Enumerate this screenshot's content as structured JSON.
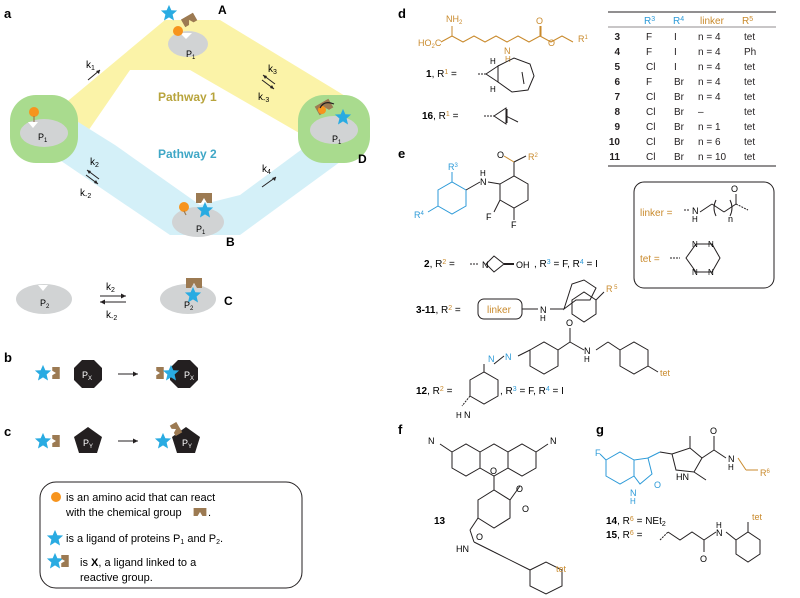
{
  "panels": {
    "a": "a",
    "b": "b",
    "c": "c",
    "d": "d",
    "e": "e",
    "f": "f",
    "g": "g"
  },
  "panel_a": {
    "corner_A": "A",
    "corner_B": "B",
    "corner_D": "D",
    "pathway1": "Pathway 1",
    "pathway2": "Pathway 2",
    "k1": "k",
    "k1_sub": "1",
    "k3": "k",
    "k3_sub": "3",
    "km3": "k",
    "km3_sub": "-3",
    "k2": "k",
    "k2_sub": "2",
    "km2": "k",
    "km2_sub": "-2",
    "k4": "k",
    "k4_sub": "4",
    "P1": "P",
    "P1_sub": "1",
    "corner_C": "C",
    "P2": "P",
    "P2_sub": "2",
    "c_k2": "k",
    "c_k2_sub": "2",
    "c_km2": "k",
    "c_km2_sub": "-2"
  },
  "panel_b": {
    "Px": "P",
    "Px_sub": "X"
  },
  "panel_c": {
    "Py": "P",
    "Py_sub": "Y"
  },
  "legend": {
    "line1a": "is an amino acid that can react",
    "line1b": "with the chemical group",
    "line2": "is a ligand of proteins P",
    "line2_sub1": "1",
    "line2_and": " and P",
    "line2_sub2": "2",
    "line3a_pre": "is ",
    "line3a_bold": "X",
    "line3a_post": ", a ligand linked to a",
    "line3b": "reactive group."
  },
  "panel_d": {
    "nh2": "NH",
    "nh2_sub": "2",
    "ho2c": "HO",
    "ho2c_sub": "2",
    "ho2c_c": "C",
    "nh": "N",
    "nh_h": "H",
    "o1": "O",
    "o2": "O",
    "r1": "R",
    "r1_sup": "1",
    "cmp1": "1",
    "cmp1_eq": ", R",
    "cmp1_sup": "1",
    "cmp1_eq2": " =",
    "cmp1_H1": "H",
    "cmp1_H2": "H",
    "cmp16": "16",
    "cmp16_eq": ", R",
    "cmp16_sup": "1",
    "cmp16_eq2": " ="
  },
  "table": {
    "headers": [
      "",
      "R3",
      "R4",
      "linker",
      "R5"
    ],
    "header_R3": "R",
    "header_R3_sup": "3",
    "header_R4": "R",
    "header_R4_sup": "4",
    "header_linker": "linker",
    "header_R5": "R",
    "header_R5_sup": "5",
    "rows": [
      [
        "3",
        "F",
        "I",
        "n = 4",
        "tet"
      ],
      [
        "4",
        "F",
        "I",
        "n = 4",
        "Ph"
      ],
      [
        "5",
        "Cl",
        "I",
        "n = 4",
        "tet"
      ],
      [
        "6",
        "F",
        "Br",
        "n = 4",
        "tet"
      ],
      [
        "7",
        "Cl",
        "Br",
        "n = 4",
        "tet"
      ],
      [
        "8",
        "Cl",
        "Br",
        "–",
        "tet"
      ],
      [
        "9",
        "Cl",
        "Br",
        "n = 1",
        "tet"
      ],
      [
        "10",
        "Cl",
        "Br",
        "n = 6",
        "tet"
      ],
      [
        "11",
        "Cl",
        "Br",
        "n = 10",
        "tet"
      ]
    ]
  },
  "panel_e": {
    "r2": "R",
    "r2_sup": "2",
    "r3": "R",
    "r3_sup": "3",
    "r4": "R",
    "r4_sup": "4",
    "nh": "N",
    "nh_h": "H",
    "f1": "F",
    "f2": "F",
    "o": "O",
    "cmp2": "2",
    "cmp2_r": ", R",
    "cmp2_sup": "2",
    "cmp2_eq": " =",
    "cmp2_n": "N",
    "cmp2_oh": "OH",
    "cmp2_tail": ", R",
    "cmp2_tail_sup": "3",
    "cmp2_tail2": " = F, R",
    "cmp2_tail_sup2": "4",
    "cmp2_tail3": " = I",
    "cmp3_11": "3",
    "cmp3_11b": "-11",
    "cmp3_r": ", R",
    "cmp3_sup": "2",
    "cmp3_eq": " =",
    "linker_box": "linker",
    "cmp3_nh": "N",
    "cmp3_h": "H",
    "r5": "R",
    "r5_sup": " 5",
    "cmp12": "12",
    "cmp12_r": ", R",
    "cmp12_sup": "2",
    "cmp12_eq": " =",
    "cmp12_tail": ", R",
    "cmp12_tail_sup": "3",
    "cmp12_tail2": " = F, R",
    "cmp12_tail_sup2": "4",
    "cmp12_tail3": " = I",
    "cmp12_n1": "N",
    "cmp12_n2": "N",
    "cmp12_o": "O",
    "cmp12_nh": "N",
    "cmp12_h": "H",
    "cmp12_nh2": "N",
    "cmp12_h2": "H",
    "cmp12_tet": "tet"
  },
  "box_linker": {
    "label": "linker =",
    "n": "n",
    "o": "O",
    "nh": "N",
    "h": "H",
    "tet_label": "tet =",
    "ring_n": "N"
  },
  "panel_f": {
    "cmp": "13",
    "o_ring": "O",
    "o_lactone": "O",
    "o_carbonyl": "O",
    "n_left": "N",
    "n_right": "N",
    "o_amide": "O",
    "hn": "HN",
    "tet": "tet"
  },
  "panel_g": {
    "f": "F",
    "hn_pyrrole": "HN",
    "n": "N",
    "h": "H",
    "o_lactam": "O",
    "o_amide": "O",
    "nh": "N",
    "nh_h": "H",
    "r6": "R",
    "r6_sup": "6",
    "cmp14": "14",
    "cmp14_r": ", R",
    "cmp14_sup": "6",
    "cmp14_eq": " = NEt",
    "cmp14_sub": "2",
    "cmp15": "15",
    "cmp15_r": ", R",
    "cmp15_sup": "6",
    "cmp15_eq": " =",
    "cmp15_n": "N",
    "cmp15_h": "H",
    "cmp15_o": "O",
    "tet": "tet"
  },
  "colors": {
    "pathway1_fill": "#fbf3a8",
    "pathway2_fill": "#d4f0f8",
    "green_fill": "#a9db8e",
    "pathway1_text": "#b8a43c",
    "pathway2_text": "#3fa7c6",
    "orange": "#f7941d",
    "blue_star": "#29abe2",
    "brown": "#9c7a52",
    "chem_blue": "#2c9ad8",
    "chem_orange": "#c98a2c"
  }
}
